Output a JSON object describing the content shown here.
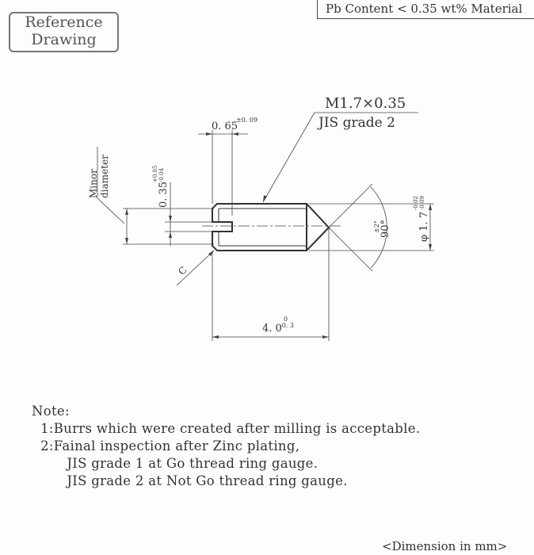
{
  "reference_label": [
    "Reference",
    "Drawing"
  ],
  "material_note": "Pb Content < 0.35 wt% Material",
  "drawing": {
    "thread_spec": "M1.7×0.35",
    "thread_grade": "JIS grade 2",
    "slot_width": "0. 65",
    "slot_width_tol": "±0. 09",
    "slot_depth": "0. 35",
    "slot_depth_tol_upper": "+0.05",
    "slot_depth_tol_lower": "-0.04",
    "minor_label": "Minor",
    "diameter_label": "diameter",
    "chamfer_label": "C",
    "angle": "90°",
    "angle_tol": "±2°",
    "diameter": "φ 1. 7",
    "diameter_tol_upper": "-0.02",
    "diameter_tol_lower": "-0.09",
    "length": "4. 0",
    "length_tol_upper": "0",
    "length_tol_lower": "-0. 3"
  },
  "notes": {
    "title": "Note:",
    "lines": [
      "  1:Burrs which were created after milling is acceptable.",
      "  2:Fainal inspection after Zinc plating,",
      "        JIS grade 1 at Go thread ring gauge.",
      "        JIS grade 2 at Not Go thread ring gauge."
    ]
  },
  "dimension_unit": "<Dimension in mm>"
}
